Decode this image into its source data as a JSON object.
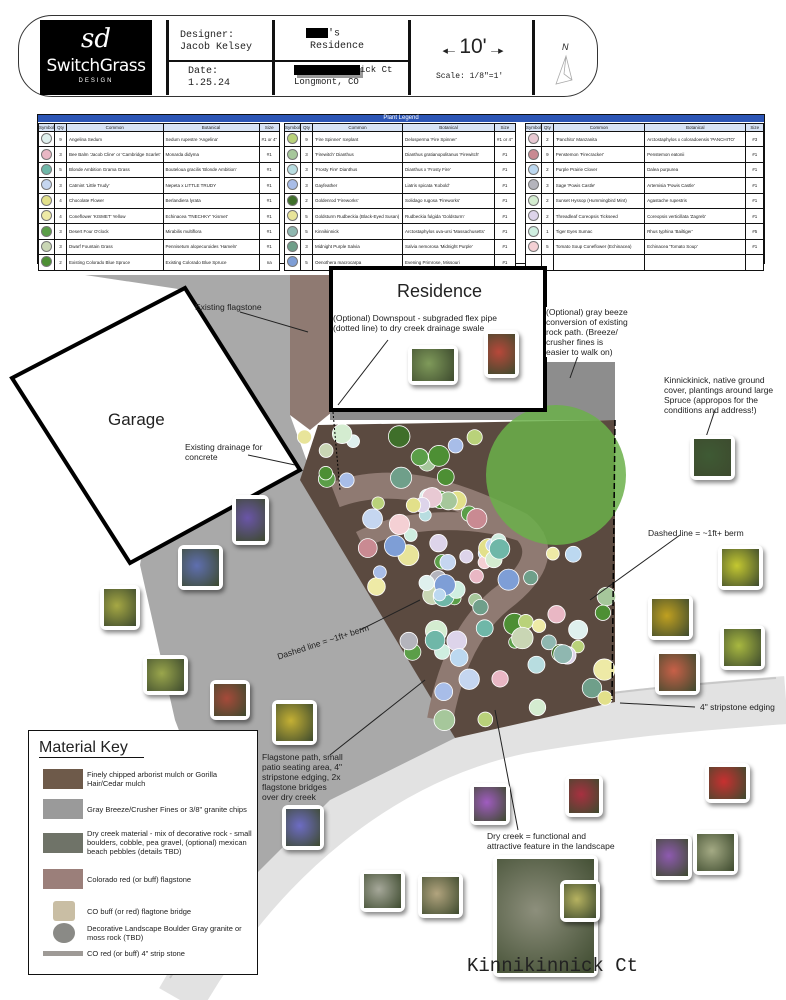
{
  "title_block": {
    "logo": {
      "monogram": "sd",
      "brand": "SwitchGrass",
      "tagline": "DESIGN"
    },
    "designer_label": "Designer:",
    "designer_name": "Jacob Kelsey",
    "date_label": "Date:",
    "date": "1.25.24",
    "residence_suffix": "'s",
    "residence_label": "Residence",
    "address_suffix": "ick Ct",
    "city": "Longmont, CO",
    "scale_bar_label": "10'",
    "scale_text": "Scale: 1/8\"=1'",
    "north_label": "N"
  },
  "plant_legend": {
    "title": "Plant Legend",
    "columns": [
      "Symbol",
      "Qty",
      "Common",
      "Botanical",
      "Size"
    ],
    "tables": [
      [
        {
          "qty": "9",
          "common": "Angelina Sedum",
          "botanical": "Sedum rupestre 'Angelina'",
          "size": "#1 or 4\"",
          "symbol_color": "#dff0ee"
        },
        {
          "qty": "3",
          "common": "Bee Balm 'Jacob Cline' or 'Cambridge Scarlet'",
          "botanical": "Monarda didyma",
          "size": "#1",
          "symbol_color": "#e9b7c4"
        },
        {
          "qty": "5",
          "common": "Blonde Ambition Grama Grass",
          "botanical": "Bouteloua gracilis 'Blonde Ambition'",
          "size": "#1",
          "symbol_color": "#6fb7a8"
        },
        {
          "qty": "3",
          "common": "Catmint 'Little Trudy'",
          "botanical": "Nepeta x LITTLE TRUDY",
          "size": "#1",
          "symbol_color": "#c5d6f0"
        },
        {
          "qty": "4",
          "common": "Chocolate Flower",
          "botanical": "Berlandiera lyrata",
          "size": "#1",
          "symbol_color": "#e2e08a"
        },
        {
          "qty": "4",
          "common": "Coneflower 'KISMET' Yellow",
          "botanical": "Echinacea 'TNECHKY' 'Kismet'",
          "size": "#1",
          "symbol_color": "#eeeaa6"
        },
        {
          "qty": "3",
          "common": "Desert Four O'clock",
          "botanical": "Mirabilis multiflora",
          "size": "#1",
          "symbol_color": "#5b9e48"
        },
        {
          "qty": "3",
          "common": "Dwarf Fountain Grass",
          "botanical": "Pennisetum alopecuroides 'Hameln'",
          "size": "#1",
          "symbol_color": "#c9d6b4"
        },
        {
          "qty": "2",
          "common": "Existing Colorado Blue Spruce",
          "botanical": "Existing Colorado Blue Spruce",
          "size": "na",
          "symbol_color": "#4d8f34"
        }
      ],
      [
        {
          "qty": "9",
          "common": "'Fire Spinner' Iceplant",
          "botanical": "Delosperma 'Fire Spinner'",
          "size": "#1 or 4\"",
          "symbol_color": "#b9d27a"
        },
        {
          "qty": "3",
          "common": "'Firewitch' Dianthus",
          "botanical": "Dianthus gratianopolitanus 'Firewitch'",
          "size": "#1",
          "symbol_color": "#a6c79b"
        },
        {
          "qty": "3",
          "common": "'Frosty Fire' Dianthus",
          "botanical": "Dianthus x 'Frosty Fire'",
          "size": "#1",
          "symbol_color": "#b8dde0"
        },
        {
          "qty": "3",
          "common": "Gayfeather",
          "botanical": "Liatris spicata 'Kobold'",
          "size": "#1",
          "symbol_color": "#a8bde8"
        },
        {
          "qty": "2",
          "common": "Goldenrod 'Fireworks'",
          "botanical": "Solidago rugosa 'Fireworks'",
          "size": "#1",
          "symbol_color": "#3f6f2a"
        },
        {
          "qty": "5",
          "common": "Goldsturm Rudbeckia (Black-Eyed Susan)",
          "botanical": "Rudbeckia fulgida 'Goldsturm'",
          "size": "#1",
          "symbol_color": "#e8e49a"
        },
        {
          "qty": "5",
          "common": "Kinnikinnick",
          "botanical": "Arctostaphylos uva-ursi 'Massachusetts'",
          "size": "#1",
          "symbol_color": "#8fb7b0"
        },
        {
          "qty": "3",
          "common": "Midnight Purple Salvia",
          "botanical": "Salvia nemorosa 'Midnight Purple'",
          "size": "#1",
          "symbol_color": "#6f9f8a"
        },
        {
          "qty": "5",
          "common": "Oenothera macrocarpa",
          "botanical": "Evening Primrose, Missouri",
          "size": "#1",
          "symbol_color": "#7e9ed6"
        }
      ],
      [
        {
          "qty": "2",
          "common": "'Panchito' Manzanita",
          "botanical": "Arctostaphylos x coloradoensis 'PANCHITO'",
          "size": "#3",
          "symbol_color": "#e8c9d3"
        },
        {
          "qty": "9",
          "common": "Penstemon 'Firecracker'",
          "botanical": "Penstemon eatonii",
          "size": "#1",
          "symbol_color": "#c98a92"
        },
        {
          "qty": "2",
          "common": "Purple Prairie Clover",
          "botanical": "Dalea purpurea",
          "size": "#1",
          "symbol_color": "#bcd8f0"
        },
        {
          "qty": "3",
          "common": "Sage 'Powis Castle'",
          "botanical": "Artemisia 'Powis Castle'",
          "size": "#1",
          "symbol_color": "#b4b4bc"
        },
        {
          "qty": "2",
          "common": "Sunset Hyssop (Hummingbird Mint)",
          "botanical": "Agastache rupestris",
          "size": "#1",
          "symbol_color": "#d4ecd0"
        },
        {
          "qty": "2",
          "common": "Threadleaf Coreopsis Tickseed",
          "botanical": "Coreopsis verticillata 'Zagreb'",
          "size": "#1",
          "symbol_color": "#ddd4ea"
        },
        {
          "qty": "1",
          "common": "Tiger Eyes Sumac",
          "botanical": "Rhus typhina 'Bailtiger'",
          "size": "#5",
          "symbol_color": "#cfeee0"
        },
        {
          "qty": "5",
          "common": "Tomato Soup Coneflower (Echinacea)",
          "botanical": "Echinacea 'Tomato Soup'",
          "size": "#1",
          "symbol_color": "#f4d0d4"
        },
        {
          "qty": "",
          "common": "",
          "botanical": "",
          "size": "",
          "symbol_color": ""
        }
      ]
    ]
  },
  "plan": {
    "garage_label": "Garage",
    "residence_label": "Residence",
    "street_label": "Kinnikinnick Ct",
    "annotations": {
      "existing_flagstone": "Existing flagstone",
      "downspout": "(Optional) Downspout - subgraded flex pipe (dotted line) to dry creek drainage swale",
      "gray_breeze": "(Optional) gray beeze conversion of existing rock path. (Breeze/ crusher fines is easier to walk on)",
      "kinnikinnick": "Kinnickinick, native ground cover, plantings around large Spruce (appropos for the conditions and address!)",
      "existing_drainage": "Existing drainage for concrete",
      "berm_right": "Dashed line = ~1ft+ berm",
      "berm_left": "Dashed line = ~1ft+ berm",
      "stripstone": "4\" stripstone edging",
      "flagstone_path": "Flagstone path, small patio seating area, 4\" stripstone edging, 2x flagstone bridges over dry creek",
      "dry_creek": "Dry creek = functional and attractive feature in the landscape"
    },
    "colors": {
      "concrete": "#a9a9a9",
      "flagstone": "#8f7a72",
      "mulch": "#5b4a40",
      "breeze": "#8d8d8d",
      "spruce": "#6bb04a",
      "sidewalk": "#e4e4e4"
    }
  },
  "material_key": {
    "title": "Material Key",
    "items": [
      {
        "label": "Finely chipped arborist mulch or Gorilla Hair/Cedar mulch",
        "color": "#6e5a4a"
      },
      {
        "label": "Gray Breeze/Crusher Fines or 3/8\" granite chips",
        "color": "#9a9a9a"
      },
      {
        "label": "Dry creek material - mix of decorative rock - small boulders, cobble, pea gravel, (optional) mexican beach pebbles (details TBD)",
        "color": "#6f7368"
      },
      {
        "label": "Colorado red (or buff) flagstone",
        "color": "#9b7f7a"
      },
      {
        "label": "CO buff (or red) flagtone bridge",
        "color": "#c9bea4"
      },
      {
        "label": "Decorative Landscape Boulder Gray granite or moss rock (TBD)",
        "color": "#8a8a86"
      },
      {
        "label": "CO red (or buff) 4\" strip stone",
        "color": "#9e9a96"
      }
    ]
  }
}
